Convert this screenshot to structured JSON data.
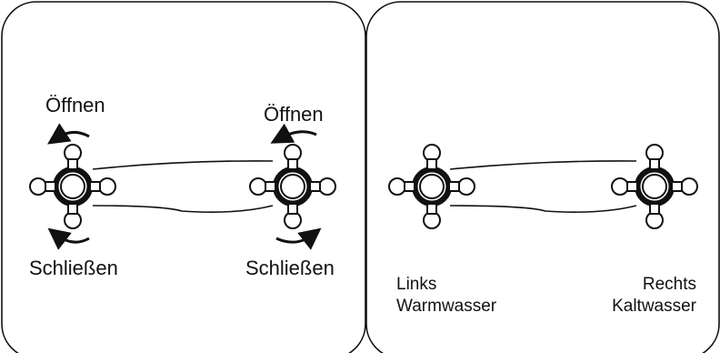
{
  "left_panel": {
    "left_valve": {
      "open_label": "Öffnen",
      "close_label": "Schließen"
    },
    "right_valve": {
      "open_label": "Öffnen",
      "close_label": "Schließen"
    }
  },
  "right_panel": {
    "left_caption": {
      "line1": "Links",
      "line2": "Warmwasser"
    },
    "right_caption": {
      "line1": "Rechts",
      "line2": "Kaltwasser"
    }
  },
  "colors": {
    "stroke": "#111111",
    "background": "#ffffff"
  }
}
